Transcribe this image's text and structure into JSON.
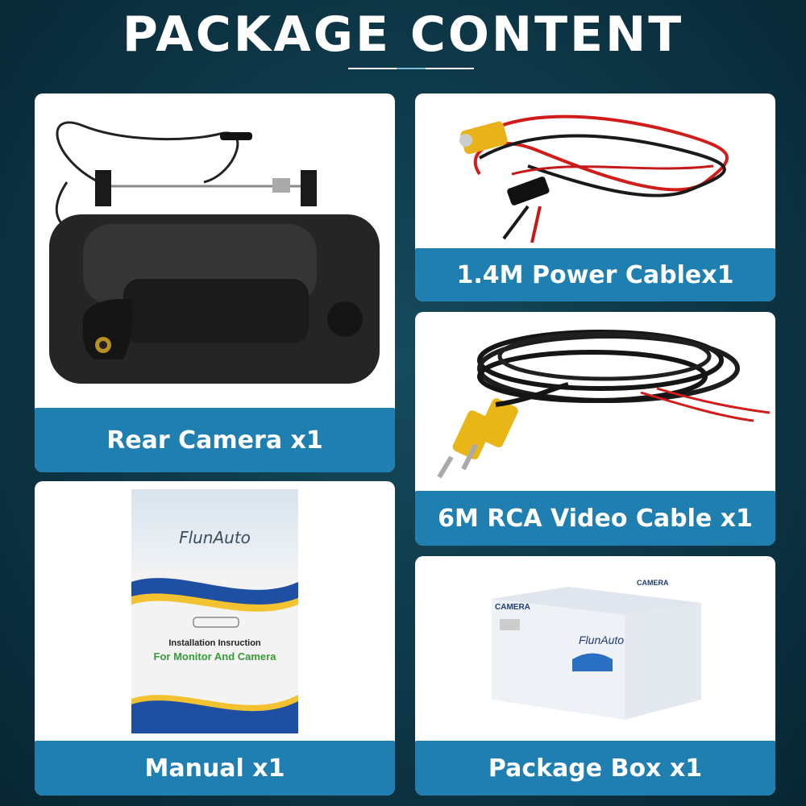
{
  "header": {
    "title": "PACKAGE CONTENT"
  },
  "items": [
    {
      "label": "Rear Camera x1"
    },
    {
      "label": "1.4M Power Cablex1"
    },
    {
      "label": "6M RCA Video Cable x1"
    },
    {
      "label": "Manual x1"
    },
    {
      "label": "Package Box x1"
    }
  ],
  "manual": {
    "brand": "FlunAuto",
    "title_line1": "Installation Insruction",
    "title_line2": "For Monitor And Camera"
  },
  "box": {
    "brand": "FlunAuto",
    "label_camera": "CAMERA",
    "side_label": "CAMERA"
  },
  "colors": {
    "accent": "#1f7fb0",
    "background": "#0d3646",
    "card": "#ffffff"
  }
}
